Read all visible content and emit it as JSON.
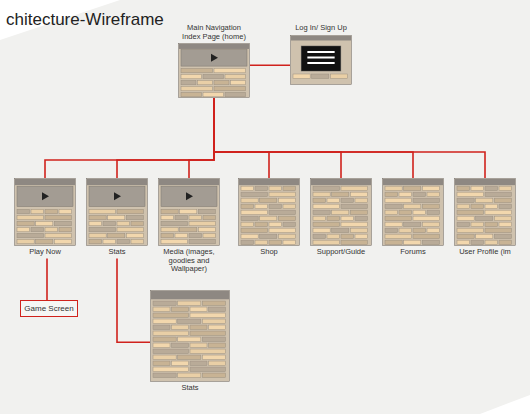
{
  "diagram": {
    "title": "chitecture-Wireframe",
    "nodes": [
      {
        "text": [
          "Main Navigation Index Page (home)"
        ]
      },
      {
        "text": [
          "Log In/ Sign Up"
        ]
      },
      {
        "text": [
          "Play Now"
        ]
      },
      {
        "text": [
          "Stats"
        ]
      },
      {
        "text": [
          "Media (images, goodies and Wallpaper)"
        ]
      },
      {
        "text": [
          "Shop"
        ]
      },
      {
        "text": [
          "Support/Guide"
        ]
      },
      {
        "text": [
          "Forums"
        ]
      },
      {
        "text": [
          "User Profile (im"
        ]
      },
      {
        "text": [
          "Game Screen"
        ]
      },
      {
        "text": [
          "Stats"
        ]
      }
    ],
    "edges": [
      {
        "from": 0,
        "to": 1,
        "arrow": "none"
      },
      {
        "from": 0,
        "to": 2,
        "arrow": "none"
      },
      {
        "from": 0,
        "to": 3,
        "arrow": "none"
      },
      {
        "from": 0,
        "to": 4,
        "arrow": "none"
      },
      {
        "from": 0,
        "to": 5,
        "arrow": "none"
      },
      {
        "from": 0,
        "to": 6,
        "arrow": "none"
      },
      {
        "from": 0,
        "to": 7,
        "arrow": "none"
      },
      {
        "from": 0,
        "to": 8,
        "arrow": "none"
      },
      {
        "from": 2,
        "to": 9,
        "arrow": "none"
      },
      {
        "from": 3,
        "to": 10,
        "arrow": "none"
      }
    ]
  }
}
